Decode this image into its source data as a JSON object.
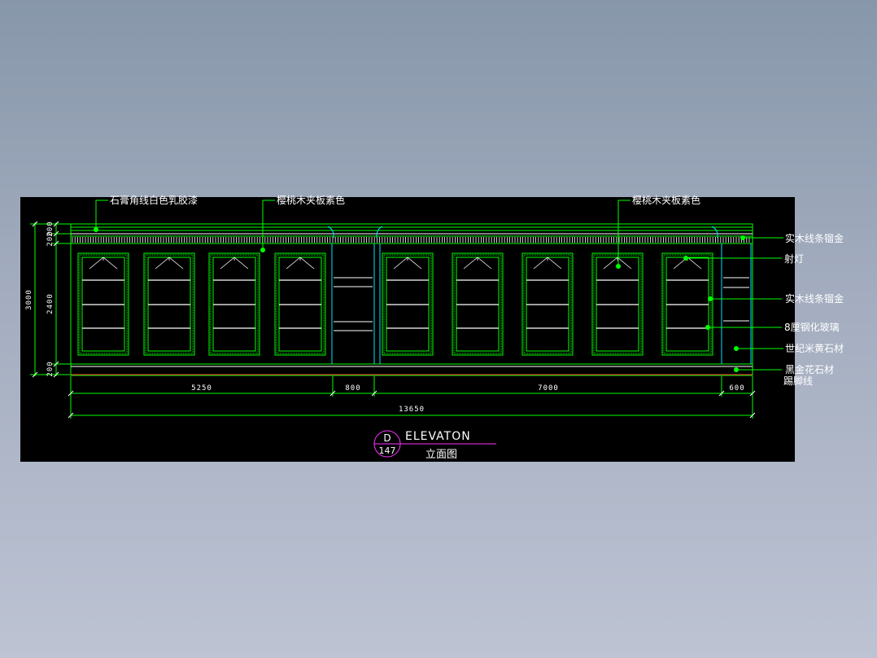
{
  "drawing": {
    "callouts_top": [
      {
        "id": "c1",
        "text": "石膏角线白色乳胶漆"
      },
      {
        "id": "c2",
        "text": "樱桃木夹板素色"
      },
      {
        "id": "c3",
        "text": "樱桃木夹板素色"
      }
    ],
    "callouts_right": [
      {
        "id": "r1",
        "text": "实木线条镏金"
      },
      {
        "id": "r2",
        "text": "射灯"
      },
      {
        "id": "r3",
        "text": "实木线条镏金"
      },
      {
        "id": "r4",
        "text": "8厘钢化玻璃"
      },
      {
        "id": "r5",
        "text": "世纪米黄石材"
      },
      {
        "id": "r6",
        "text": "黑金花石材"
      },
      {
        "id": "r7",
        "text": "踢脚线"
      }
    ],
    "dims_horizontal": [
      "5250",
      "800",
      "7000",
      "600"
    ],
    "dim_total": "13650",
    "dims_vertical_outer": "3000",
    "dims_vertical_inner": [
      "200",
      "200",
      "2400",
      "200"
    ],
    "title_marker_top": "D",
    "title_marker_bottom": "147",
    "title_en": "ELEVATON",
    "title_cn": "立面图",
    "colors": {
      "line_green": "#00ff00",
      "line_cyan": "#00e5ff",
      "line_magenta": "#ff33ff",
      "line_white": "#ffffff",
      "line_red": "#ff3030",
      "dot_green": "#00ff00"
    }
  }
}
